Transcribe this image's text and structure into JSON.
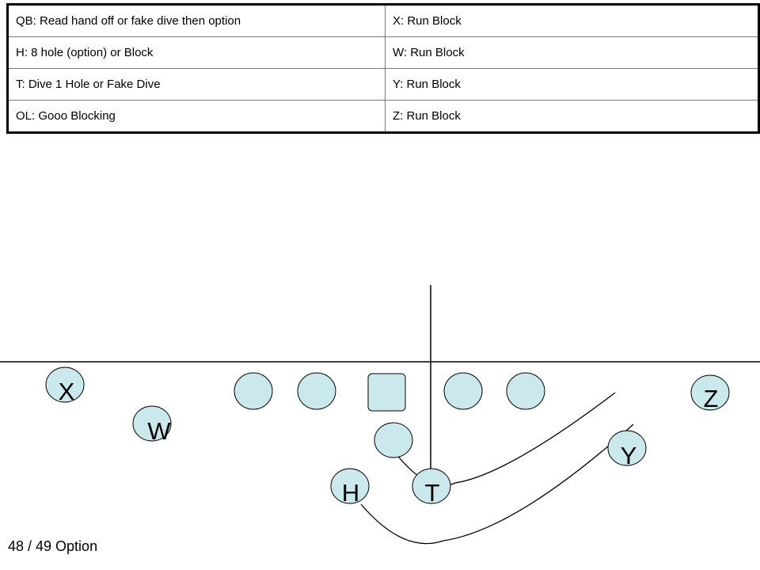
{
  "assignments": [
    {
      "left": "QB:  Read hand off or fake dive then option",
      "right": "X:  Run Block"
    },
    {
      "left": "H: 8 hole (option) or Block",
      "right": "W: Run Block"
    },
    {
      "left": "T: Dive 1 Hole or Fake Dive",
      "right": "Y: Run Block"
    },
    {
      "left": "OL: Gooo Blocking",
      "right": "Z: Run Block"
    }
  ],
  "players": {
    "x": "X",
    "w": "W",
    "z": "Z",
    "y": "Y",
    "h": "H",
    "t": "T"
  },
  "colors": {
    "player_fill": "#cbe8ec",
    "outline": "#000000"
  },
  "caption": "48 / 49 Option"
}
